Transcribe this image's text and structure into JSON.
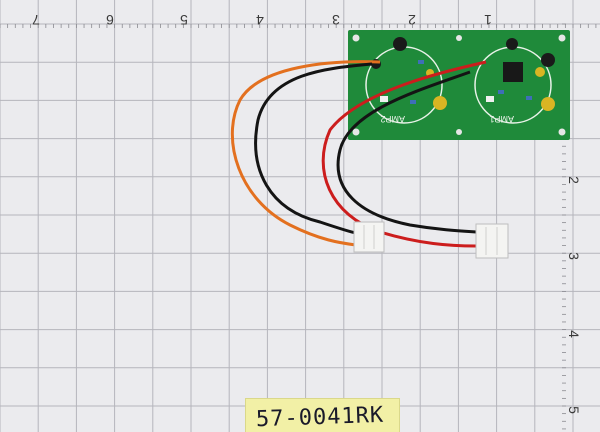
{
  "ruler_top": [
    "7",
    "6",
    "5",
    "4",
    "3",
    "2",
    "1"
  ],
  "ruler_right": [
    "2",
    "3",
    "4",
    "5"
  ],
  "board": {
    "silkscreen_left": "AMP2",
    "silkscreen_right": "AMP1",
    "pcb_color": "#1f8a3a"
  },
  "sticker": {
    "label": "57-0041RK"
  },
  "wire_colors": {
    "orange": "#e3701f",
    "black": "#141414",
    "red": "#cc1d1d"
  }
}
